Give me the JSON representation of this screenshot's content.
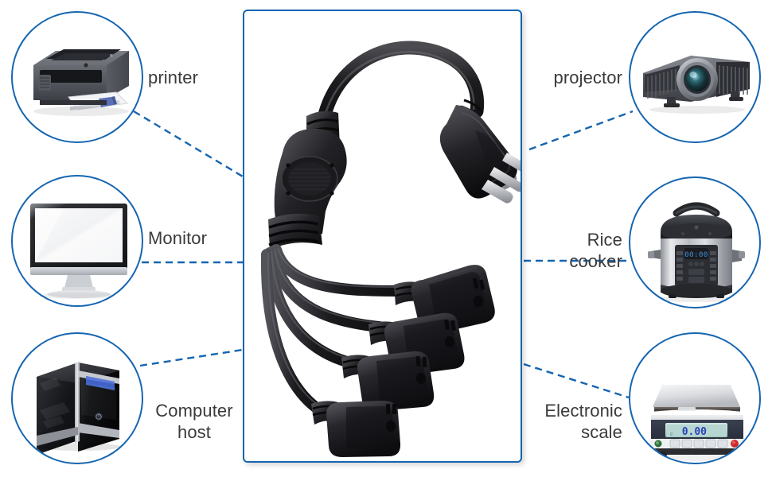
{
  "theme": {
    "accent_color": "#1565b0",
    "label_color": "#3a3a3a",
    "background_color": "#ffffff"
  },
  "center_panel": {
    "name": "power-splitter-cable",
    "description": "Black 3-prong power cord splitter with one male plug and four female outlets"
  },
  "devices_left": [
    {
      "id": "printer",
      "label": "printer",
      "icon": "printer-icon"
    },
    {
      "id": "monitor",
      "label": "Monitor",
      "icon": "monitor-icon"
    },
    {
      "id": "host",
      "label": "Computer\nhost",
      "icon": "computer-host-icon"
    }
  ],
  "devices_right": [
    {
      "id": "projector",
      "label": "projector",
      "icon": "projector-icon"
    },
    {
      "id": "cooker",
      "label": "Rice\ncooker",
      "icon": "rice-cooker-icon"
    },
    {
      "id": "scale",
      "label": "Electronic\nscale",
      "icon": "electronic-scale-icon",
      "display_value": "0.00"
    }
  ]
}
